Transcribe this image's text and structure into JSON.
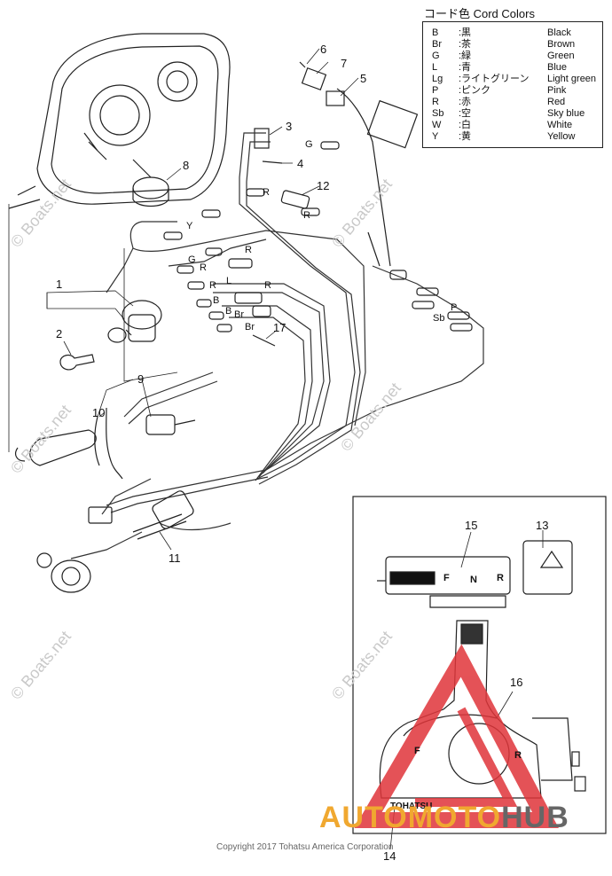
{
  "legend": {
    "title": "コード色 Cord Colors",
    "rows": [
      {
        "code": "B",
        "jp": ":黒",
        "en": "Black"
      },
      {
        "code": "Br",
        "jp": ":茶",
        "en": "Brown"
      },
      {
        "code": "G",
        "jp": ":緑",
        "en": "Green"
      },
      {
        "code": "L",
        "jp": ":青",
        "en": "Blue"
      },
      {
        "code": "Lg",
        "jp": ":ライトグリーン",
        "en": "Light green"
      },
      {
        "code": "P",
        "jp": ":ピンク",
        "en": "Pink"
      },
      {
        "code": "R",
        "jp": ":赤",
        "en": "Red"
      },
      {
        "code": "Sb",
        "jp": ":空",
        "en": "Sky blue"
      },
      {
        "code": "W",
        "jp": ":白",
        "en": "White"
      },
      {
        "code": "Y",
        "jp": ":黄",
        "en": "Yellow"
      }
    ]
  },
  "callouts": {
    "c1": "1",
    "c2": "2",
    "c3": "3",
    "c4": "4",
    "c5": "5",
    "c6": "6",
    "c7": "7",
    "c8": "8",
    "c9": "9",
    "c10": "10",
    "c11": "11",
    "c12": "12",
    "c13": "13",
    "c14": "14",
    "c15": "15",
    "c16": "16",
    "c17": "17"
  },
  "wire_labels": {
    "g1": "G",
    "r1": "R",
    "r2": "R",
    "y1": "Y",
    "g2": "G",
    "r3": "R",
    "r4": "R",
    "r5": "R",
    "l1": "L",
    "r6": "R",
    "b1": "B",
    "b2": "B",
    "br1": "Br",
    "br2": "Br",
    "p1": "P",
    "sb1": "Sb"
  },
  "gauge": {
    "f": "F",
    "n": "N",
    "r": "R"
  },
  "lever": {
    "f": "F",
    "r": "R",
    "brand": "TOHATSU"
  },
  "watermark": "© Boats.net",
  "copyright": "Copyright 2017 Tohatsu America Corporation",
  "brand": {
    "part1": "AUTO",
    "part2": "MOTO",
    "part3": "HUB"
  }
}
